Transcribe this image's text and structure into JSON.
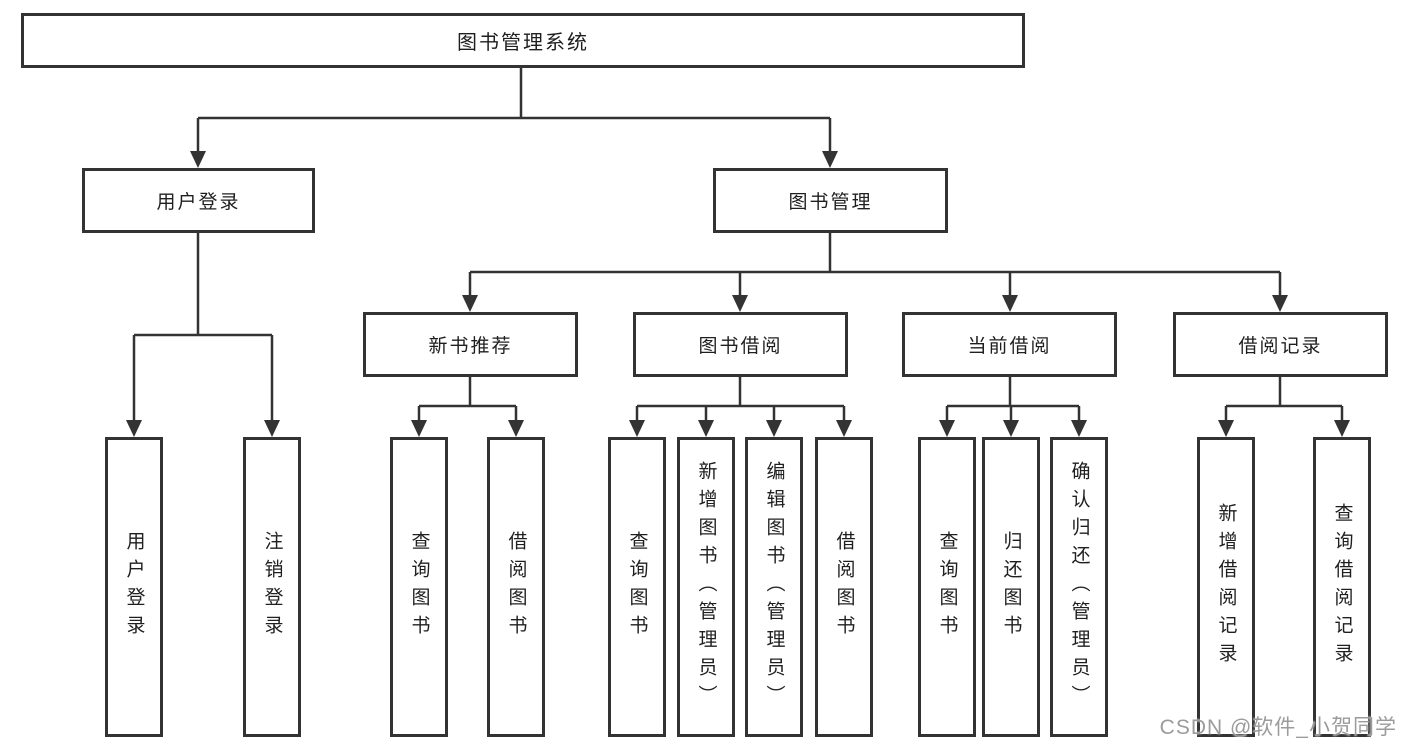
{
  "colors": {
    "line": "#333333",
    "text": "#1f1f1f",
    "background": "#ffffff",
    "watermark": "#9b9b9b"
  },
  "root": {
    "label": "图书管理系统"
  },
  "level2": {
    "user_login": {
      "label": "用户登录"
    },
    "book_mgmt": {
      "label": "图书管理"
    }
  },
  "level3": {
    "new_books": {
      "label": "新书推荐"
    },
    "borrowing": {
      "label": "图书借阅"
    },
    "current": {
      "label": "当前借阅"
    },
    "records": {
      "label": "借阅记录"
    }
  },
  "leaves": {
    "user_login": [
      "用户登录",
      "注销登录"
    ],
    "new_books": [
      "查询图书",
      "借阅图书"
    ],
    "borrowing": [
      "查询图书",
      "新增图书（管理员）",
      "编辑图书（管理员）",
      "借阅图书"
    ],
    "current": [
      "查询图书",
      "归还图书",
      "确认归还（管理员）"
    ],
    "records": [
      "新增借阅记录",
      "查询借阅记录"
    ]
  },
  "watermark": {
    "text": "CSDN @软件_小贺同学"
  }
}
